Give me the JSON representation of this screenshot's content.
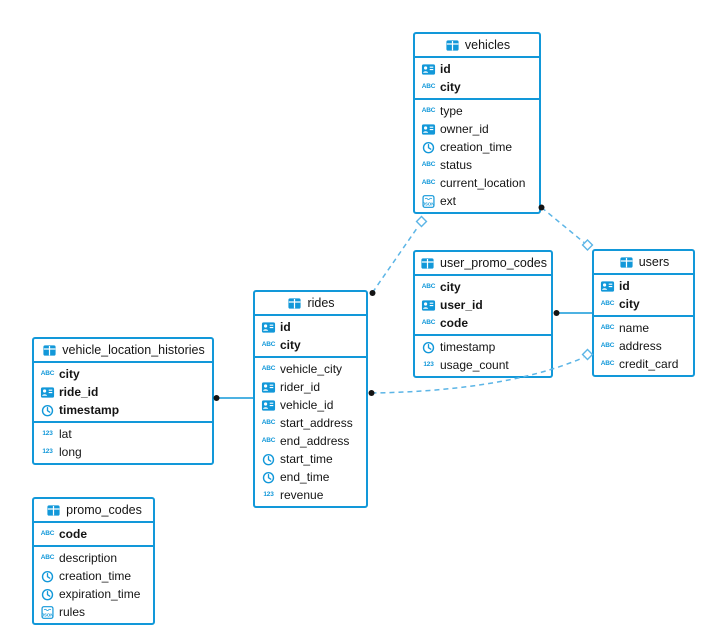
{
  "icons": {
    "abc": "ABC",
    "num": "123",
    "json": "JSON"
  },
  "colors": {
    "table_border": "#1298d9",
    "icon_blue": "#1298d9",
    "dashed_line": "#5cb5e6",
    "solid_line": "#1298d9",
    "endpoint_dot": "#141414",
    "text": "#141414",
    "background": "#ffffff"
  },
  "diagram": {
    "tables": [
      {
        "title": "vehicles",
        "pk": [
          {
            "name": "id",
            "icon": "id-card"
          },
          {
            "name": "city",
            "icon": "abc"
          }
        ],
        "cols": [
          {
            "name": "type",
            "icon": "abc"
          },
          {
            "name": "owner_id",
            "icon": "id-card"
          },
          {
            "name": "creation_time",
            "icon": "clock"
          },
          {
            "name": "status",
            "icon": "abc"
          },
          {
            "name": "current_location",
            "icon": "abc"
          },
          {
            "name": "ext",
            "icon": "json"
          }
        ]
      },
      {
        "title": "user_promo_codes",
        "pk": [
          {
            "name": "city",
            "icon": "abc"
          },
          {
            "name": "user_id",
            "icon": "id-card"
          },
          {
            "name": "code",
            "icon": "abc"
          }
        ],
        "cols": [
          {
            "name": "timestamp",
            "icon": "clock"
          },
          {
            "name": "usage_count",
            "icon": "num"
          }
        ]
      },
      {
        "title": "users",
        "pk": [
          {
            "name": "id",
            "icon": "id-card"
          },
          {
            "name": "city",
            "icon": "abc"
          }
        ],
        "cols": [
          {
            "name": "name",
            "icon": "abc"
          },
          {
            "name": "address",
            "icon": "abc"
          },
          {
            "name": "credit_card",
            "icon": "abc"
          }
        ]
      },
      {
        "title": "rides",
        "pk": [
          {
            "name": "id",
            "icon": "id-card"
          },
          {
            "name": "city",
            "icon": "abc"
          }
        ],
        "cols": [
          {
            "name": "vehicle_city",
            "icon": "abc"
          },
          {
            "name": "rider_id",
            "icon": "id-card"
          },
          {
            "name": "vehicle_id",
            "icon": "id-card"
          },
          {
            "name": "start_address",
            "icon": "abc"
          },
          {
            "name": "end_address",
            "icon": "abc"
          },
          {
            "name": "start_time",
            "icon": "clock"
          },
          {
            "name": "end_time",
            "icon": "clock"
          },
          {
            "name": "revenue",
            "icon": "num"
          }
        ]
      },
      {
        "title": "vehicle_location_histories",
        "pk": [
          {
            "name": "city",
            "icon": "abc"
          },
          {
            "name": "ride_id",
            "icon": "id-card"
          },
          {
            "name": "timestamp",
            "icon": "clock"
          }
        ],
        "cols": [
          {
            "name": "lat",
            "icon": "num"
          },
          {
            "name": "long",
            "icon": "num"
          }
        ]
      },
      {
        "title": "promo_codes",
        "pk": [
          {
            "name": "code",
            "icon": "abc"
          }
        ],
        "cols": [
          {
            "name": "description",
            "icon": "abc"
          },
          {
            "name": "creation_time",
            "icon": "clock"
          },
          {
            "name": "expiration_time",
            "icon": "clock"
          },
          {
            "name": "rules",
            "icon": "json"
          }
        ]
      }
    ],
    "connections": [
      {
        "from": "rides",
        "to": "vehicles",
        "style": "dashed",
        "from_marker": "dot",
        "to_marker": "diamond"
      },
      {
        "from": "vehicles",
        "to": "users",
        "style": "dashed",
        "from_marker": "dot",
        "to_marker": "diamond"
      },
      {
        "from": "rides",
        "to": "users",
        "style": "dashed",
        "from_marker": "dot",
        "to_marker": "diamond"
      },
      {
        "from": "vehicle_location_histories",
        "to": "rides",
        "style": "solid",
        "from_marker": "dot",
        "to_marker": "none"
      },
      {
        "from": "user_promo_codes",
        "to": "users",
        "style": "solid",
        "from_marker": "dot",
        "to_marker": "none"
      }
    ]
  }
}
